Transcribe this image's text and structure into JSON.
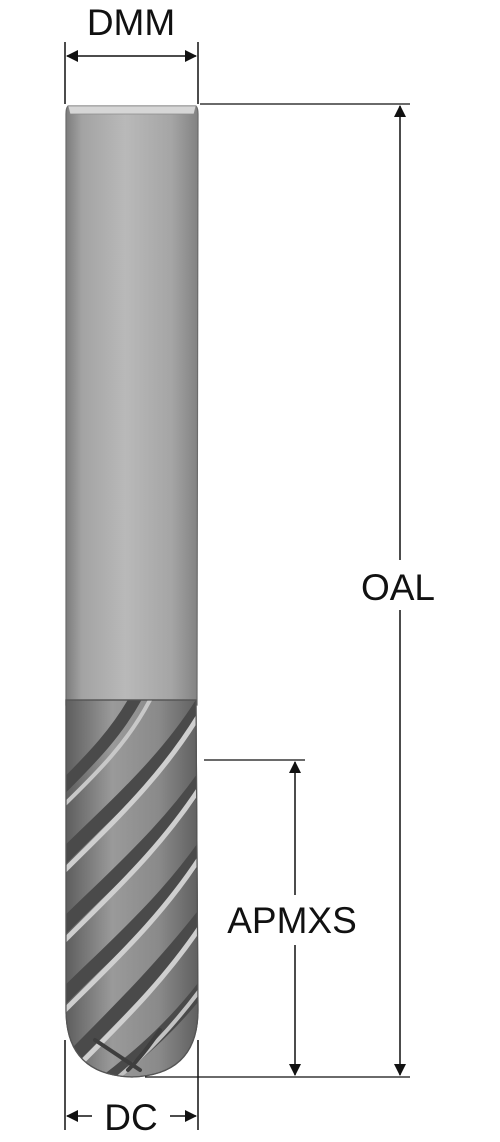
{
  "labels": {
    "shank_diameter": "DMM",
    "overall_length": "OAL",
    "max_cutting_depth": "APMXS",
    "cutting_diameter": "DC"
  },
  "colors": {
    "line": "#111111",
    "tool_light": "#b8b8b8",
    "tool_mid": "#8e8e8e",
    "tool_dark": "#5a5a5a"
  }
}
